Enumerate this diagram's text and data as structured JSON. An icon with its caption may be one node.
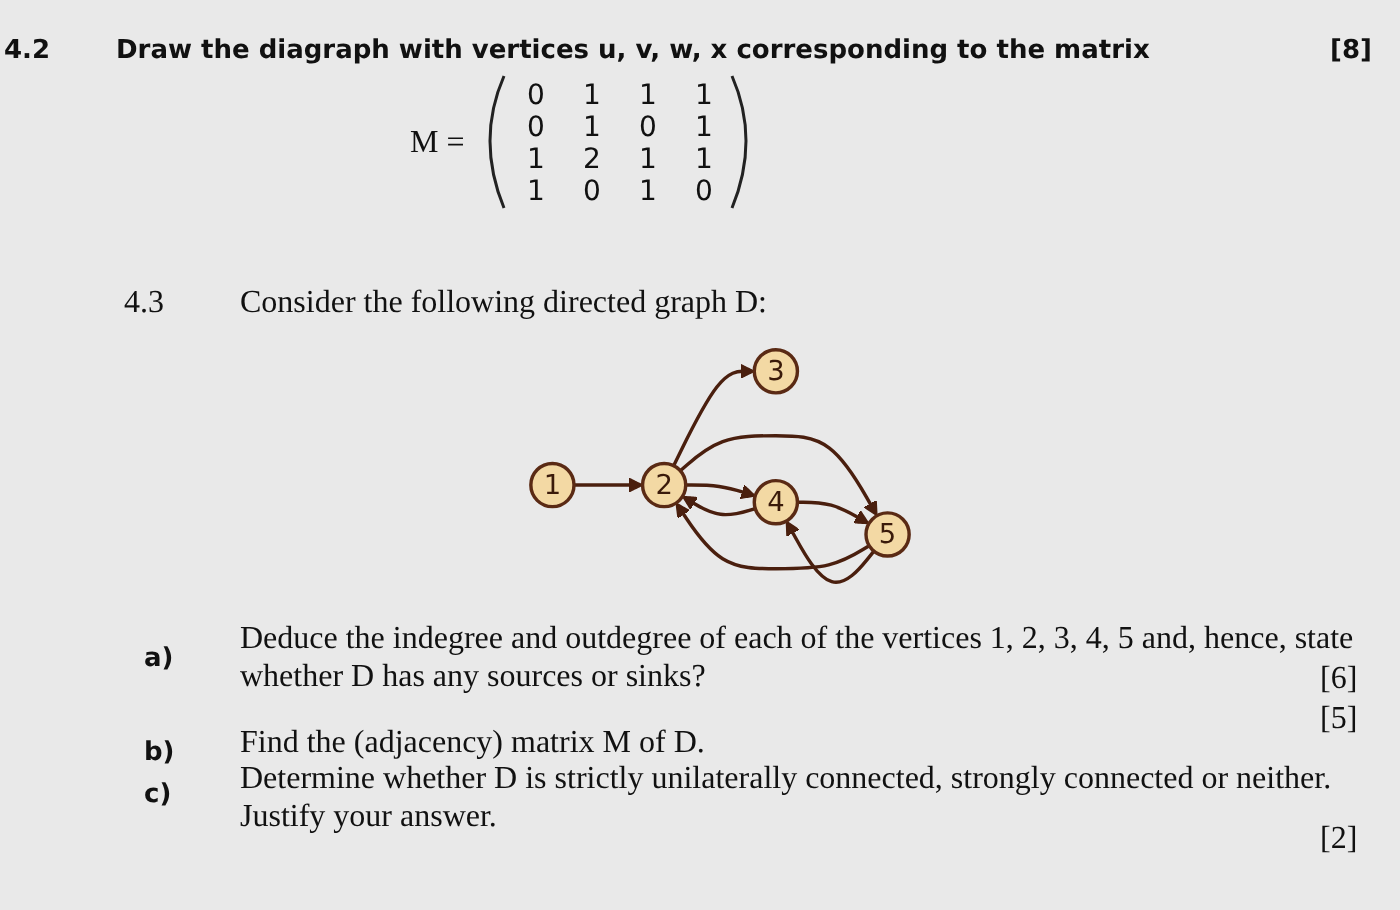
{
  "diagram": {
    "nodes": [
      {
        "text": [
          "1"
        ]
      },
      {
        "text": [
          "2"
        ]
      },
      {
        "text": [
          "3"
        ]
      },
      {
        "text": [
          "4"
        ]
      },
      {
        "text": [
          "5"
        ]
      }
    ],
    "edges": [
      {
        "from": 0,
        "to": 1,
        "arrow": "to"
      },
      {
        "from": 1,
        "to": 2,
        "arrow": "to"
      },
      {
        "from": 1,
        "to": 3,
        "arrow": "to"
      },
      {
        "from": 3,
        "to": 1,
        "arrow": "to"
      },
      {
        "from": 1,
        "to": 4,
        "arrow": "to"
      },
      {
        "from": 4,
        "to": 1,
        "arrow": "to"
      },
      {
        "from": 3,
        "to": 4,
        "arrow": "to"
      },
      {
        "from": 4,
        "to": 3,
        "arrow": "to"
      }
    ],
    "labels": [
      "4.2",
      "Draw the diagraph with vertices u, v, w, x corresponding to the matrix",
      "[8]",
      "M =",
      "0",
      "1",
      "1",
      "1",
      "0",
      "1",
      "0",
      "1",
      "1",
      "2",
      "1",
      "1",
      "1",
      "0",
      "1",
      "0",
      "4.3",
      "Consider the following directed graph D:",
      "a)",
      "Deduce the indegree and outdegree of each of the vertices 1, 2, 3, 4, 5 and, hence, state whether D has any sources or sinks?",
      "[6]",
      "b)",
      "Find the (adjacency) matrix M of D.",
      "[5]",
      "c)",
      "Determine whether D is strictly unilaterally connected, strongly connected or neither. Justify your answer.",
      "[2]"
    ]
  }
}
